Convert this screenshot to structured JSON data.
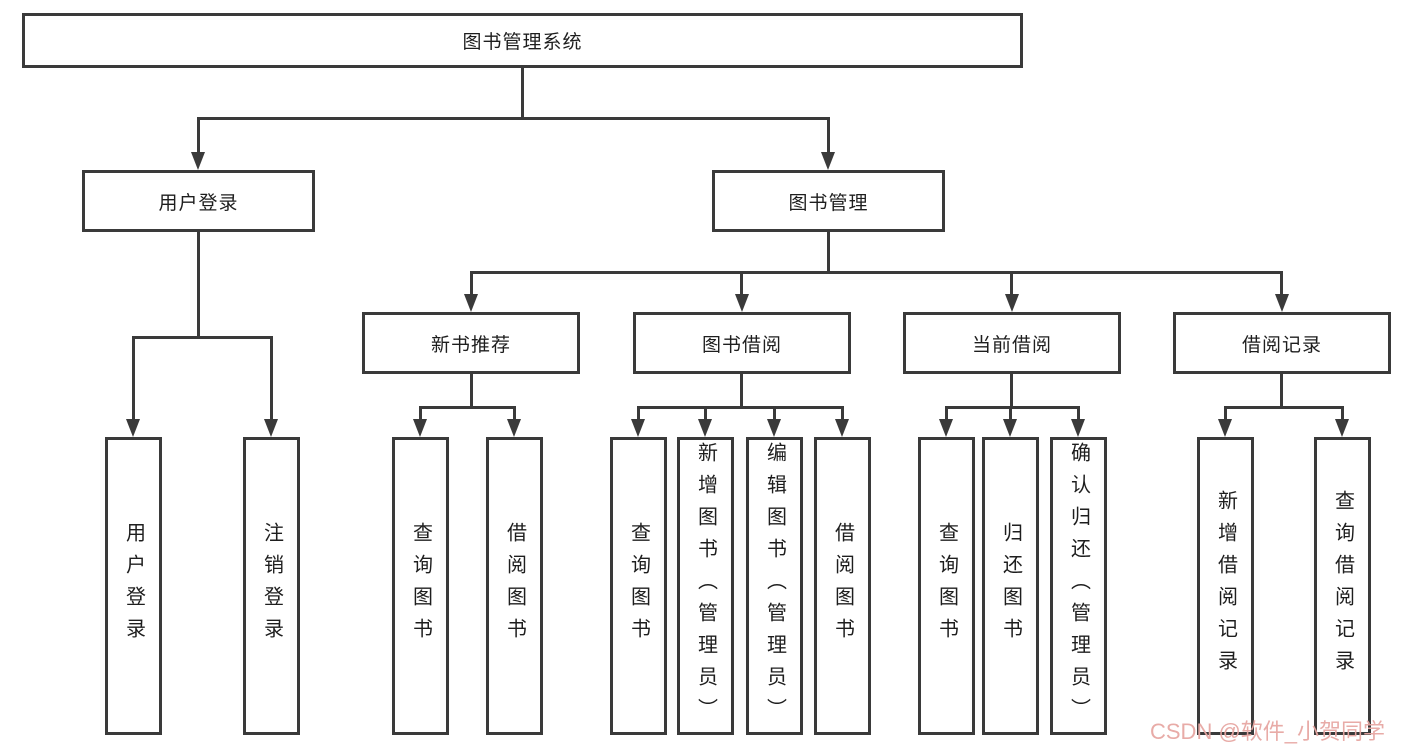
{
  "diagram": {
    "root": "图书管理系统",
    "level2": {
      "user_login": "用户登录",
      "book_management": "图书管理"
    },
    "level3": {
      "new_book": "新书推荐",
      "book_borrow": "图书借阅",
      "current_borrow": "当前借阅",
      "borrow_records": "借阅记录"
    },
    "leaves": {
      "user_login": [
        "用户登录",
        "注销登录"
      ],
      "new_book": [
        "查询图书",
        "借阅图书"
      ],
      "book_borrow": [
        "查询图书",
        "新增图书（管理员）",
        "编辑图书（管理员）",
        "借阅图书"
      ],
      "current_borrow": [
        "查询图书",
        "归还图书",
        "确认归还（管理员）"
      ],
      "borrow_records": [
        "新增借阅记录",
        "查询借阅记录"
      ]
    }
  },
  "watermark": {
    "text": "CSDN @软件_小贺同学",
    "color": "#e7a6a2"
  },
  "colors": {
    "line": "#3a3a3a",
    "text": "#1e1e1e",
    "background": "#ffffff"
  }
}
